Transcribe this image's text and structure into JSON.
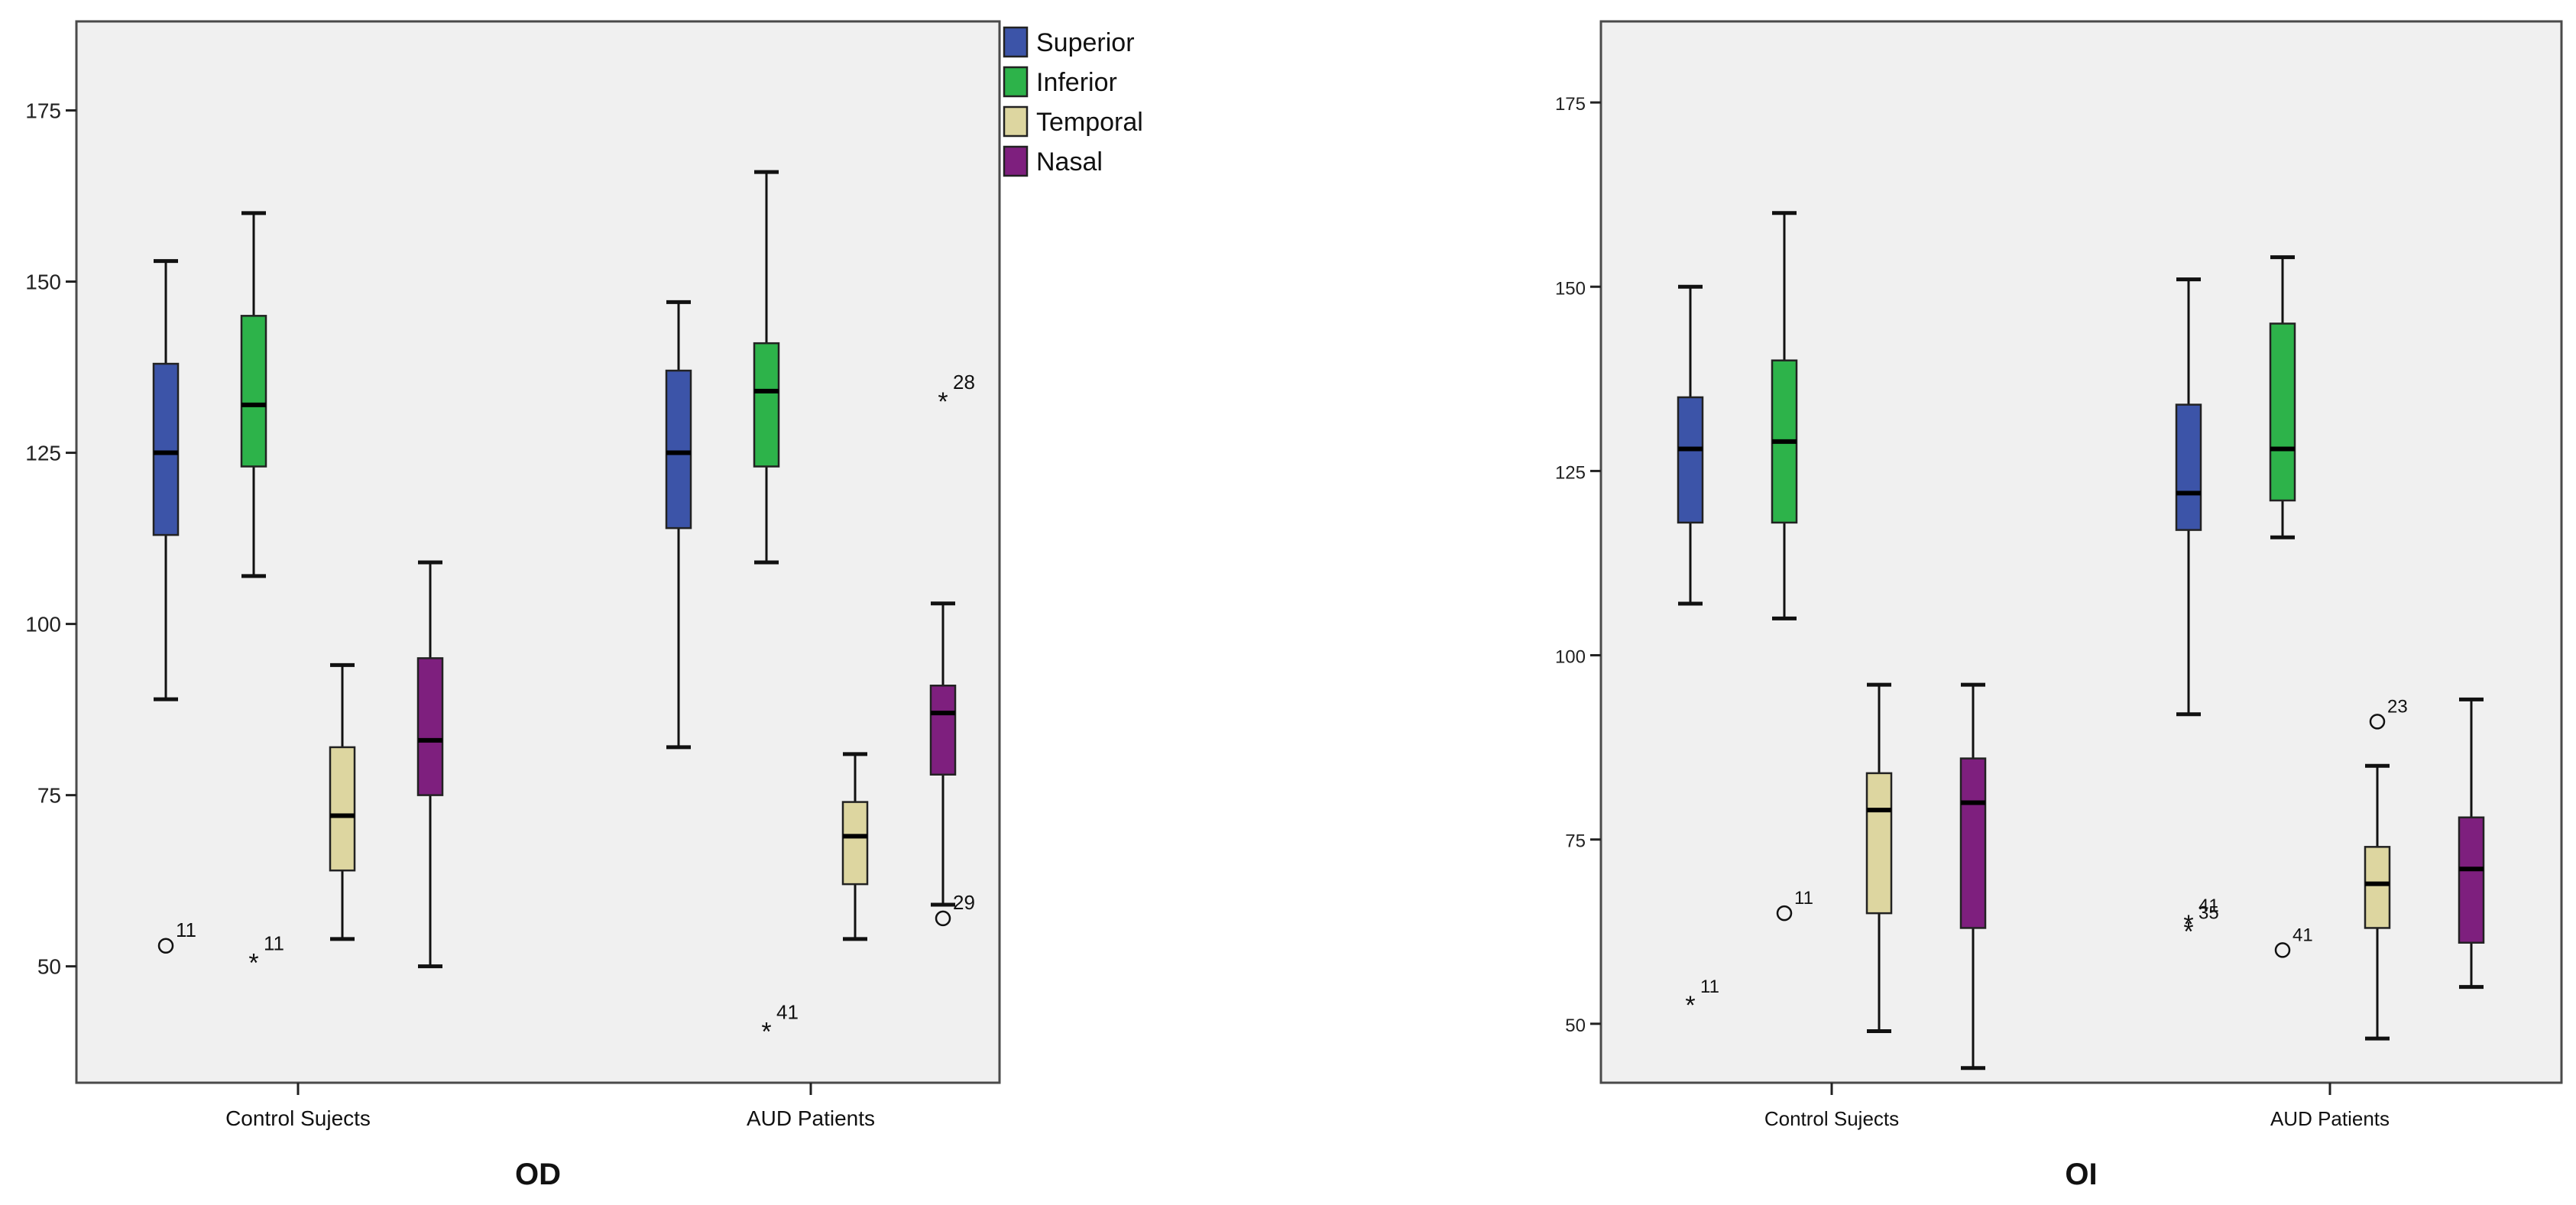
{
  "legend": {
    "items": [
      {
        "label": "Superior",
        "color": "#3C54A8"
      },
      {
        "label": "Inferior",
        "color": "#2DB34A"
      },
      {
        "label": "Temporal",
        "color": "#DDD6A0"
      },
      {
        "label": "Nasal",
        "color": "#7E1F7E"
      }
    ]
  },
  "chart_data": [
    {
      "type": "boxplot",
      "title": "OD",
      "categories": [
        "Control Sujects",
        "AUD Patients"
      ],
      "yticks": [
        50,
        75,
        100,
        125,
        150,
        175
      ],
      "ylim": [
        33,
        188
      ],
      "grid": false,
      "legend_position": "right",
      "series": [
        {
          "name": "Superior",
          "color": "#3C54A8",
          "boxes": [
            {
              "min": 89,
              "q1": 113,
              "median": 125,
              "q3": 138,
              "max": 153
            },
            {
              "min": 82,
              "q1": 114,
              "median": 125,
              "q3": 137,
              "max": 147
            }
          ]
        },
        {
          "name": "Inferior",
          "color": "#2DB34A",
          "boxes": [
            {
              "min": 107,
              "q1": 123,
              "median": 132,
              "q3": 145,
              "max": 160
            },
            {
              "min": 109,
              "q1": 123,
              "median": 134,
              "q3": 141,
              "max": 166
            }
          ]
        },
        {
          "name": "Temporal",
          "color": "#DDD6A0",
          "boxes": [
            {
              "min": 54,
              "q1": 64,
              "median": 72,
              "q3": 82,
              "max": 94
            },
            {
              "min": 54,
              "q1": 62,
              "median": 69,
              "q3": 74,
              "max": 81
            }
          ]
        },
        {
          "name": "Nasal",
          "color": "#7E1F7E",
          "boxes": [
            {
              "min": 50,
              "q1": 75,
              "median": 83,
              "q3": 95,
              "max": 109
            },
            {
              "min": 59,
              "q1": 78,
              "median": 87,
              "q3": 91,
              "max": 103
            }
          ]
        }
      ],
      "outliers": [
        {
          "category": 0,
          "series": 0,
          "value": 53,
          "marker": "circle",
          "label": "11"
        },
        {
          "category": 0,
          "series": 1,
          "value": 51,
          "marker": "star",
          "label": "11"
        },
        {
          "category": 1,
          "series": 1,
          "value": 41,
          "marker": "star",
          "label": "41"
        },
        {
          "category": 1,
          "series": 3,
          "value": 133,
          "marker": "star",
          "label": "28"
        },
        {
          "category": 1,
          "series": 3,
          "value": 57,
          "marker": "circle",
          "label": "29"
        }
      ]
    },
    {
      "type": "boxplot",
      "title": "OI",
      "categories": [
        "Control Sujects",
        "AUD Patients"
      ],
      "yticks": [
        50,
        75,
        100,
        125,
        150,
        175
      ],
      "ylim": [
        42,
        186
      ],
      "grid": false,
      "legend_position": "none",
      "series": [
        {
          "name": "Superior",
          "color": "#3C54A8",
          "boxes": [
            {
              "min": 107,
              "q1": 118,
              "median": 128,
              "q3": 135,
              "max": 150
            },
            {
              "min": 92,
              "q1": 117,
              "median": 122,
              "q3": 134,
              "max": 151
            }
          ]
        },
        {
          "name": "Inferior",
          "color": "#2DB34A",
          "boxes": [
            {
              "min": 105,
              "q1": 118,
              "median": 129,
              "q3": 140,
              "max": 160
            },
            {
              "min": 116,
              "q1": 121,
              "median": 128,
              "q3": 145,
              "max": 154
            }
          ]
        },
        {
          "name": "Temporal",
          "color": "#DDD6A0",
          "boxes": [
            {
              "min": 49,
              "q1": 65,
              "median": 79,
              "q3": 84,
              "max": 96
            },
            {
              "min": 48,
              "q1": 63,
              "median": 69,
              "q3": 74,
              "max": 85
            }
          ]
        },
        {
          "name": "Nasal",
          "color": "#7E1F7E",
          "boxes": [
            {
              "min": 44,
              "q1": 63,
              "median": 80,
              "q3": 86,
              "max": 96
            },
            {
              "min": 55,
              "q1": 61,
              "median": 71,
              "q3": 78,
              "max": 94
            }
          ]
        }
      ],
      "outliers": [
        {
          "category": 0,
          "series": 0,
          "value": 53,
          "marker": "star",
          "label": "11"
        },
        {
          "category": 0,
          "series": 1,
          "value": 65,
          "marker": "circle",
          "label": "11"
        },
        {
          "category": 1,
          "series": 0,
          "value": 64,
          "marker": "star",
          "label": "41"
        },
        {
          "category": 1,
          "series": 0,
          "value": 63,
          "marker": "star",
          "label": "35"
        },
        {
          "category": 1,
          "series": 1,
          "value": 60,
          "marker": "circle",
          "label": "41"
        },
        {
          "category": 1,
          "series": 2,
          "value": 91,
          "marker": "circle",
          "label": "23"
        }
      ]
    }
  ]
}
